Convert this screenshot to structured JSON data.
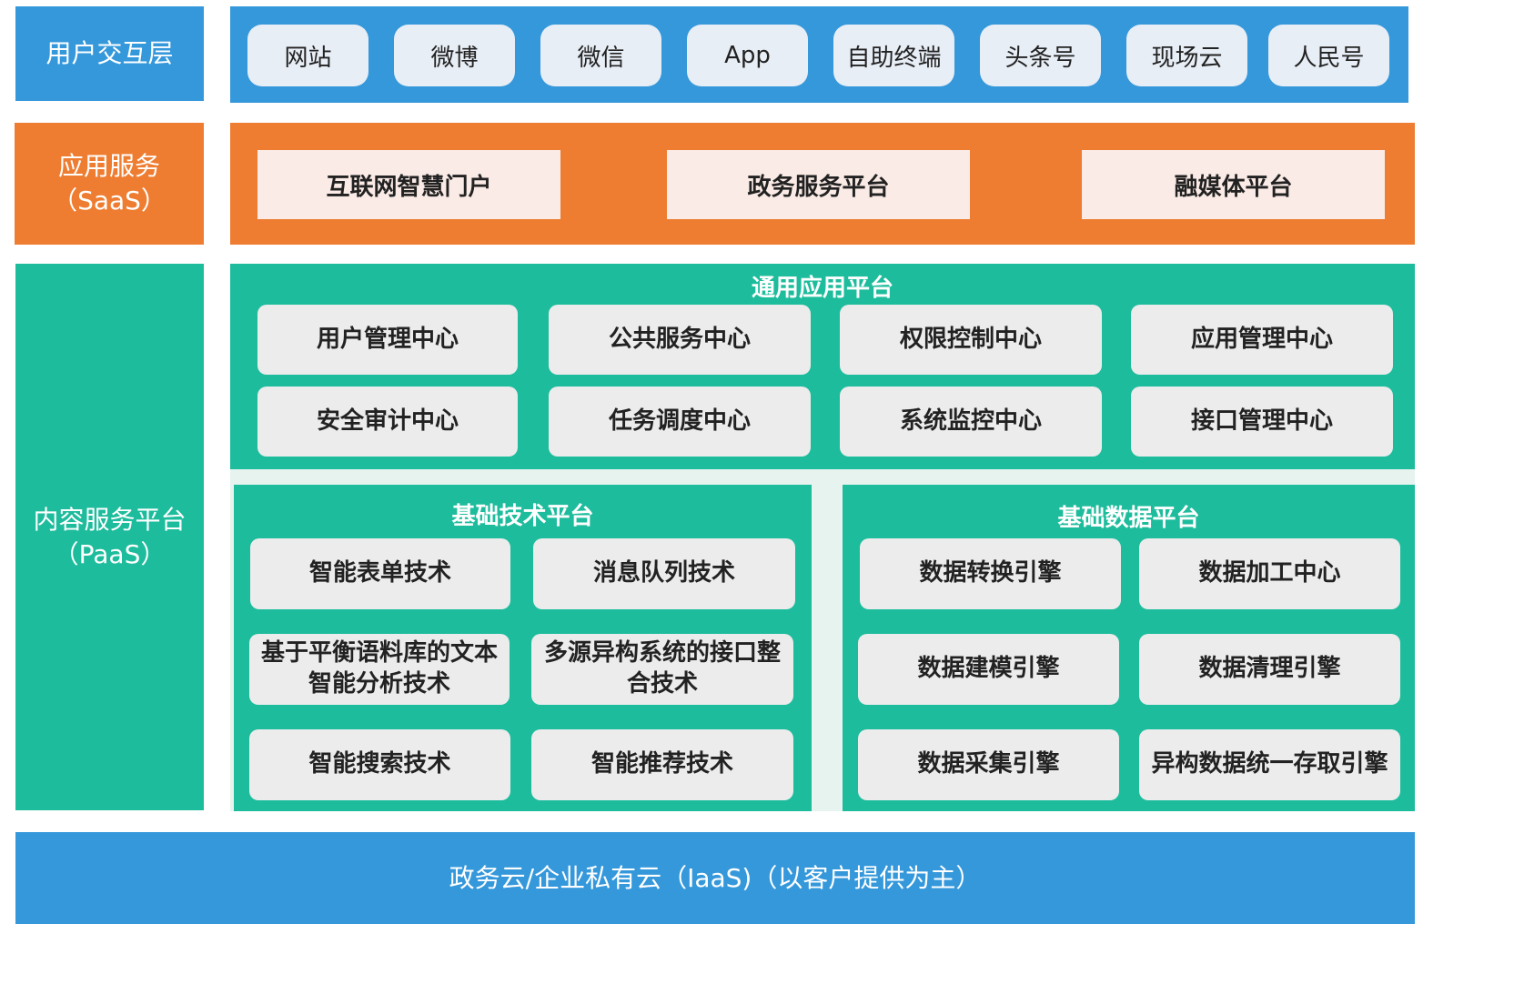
{
  "colors": {
    "blue": "#3598db",
    "orange": "#ee7d31",
    "green": "#1dbc9c"
  },
  "user_layer": {
    "label": "用户交互层",
    "channels": [
      "网站",
      "微博",
      "微信",
      "App",
      "自助终端",
      "头条号",
      "现场云",
      "人民号"
    ]
  },
  "saas_layer": {
    "label": "应用服务\n（SaaS）",
    "platforms": [
      "互联网智慧门户",
      "政务服务平台",
      "融媒体平台"
    ]
  },
  "paas_layer": {
    "label": "内容服务平台\n（PaaS）",
    "general": {
      "title": "通用应用平台",
      "items": [
        "用户管理中心",
        "公共服务中心",
        "权限控制中心",
        "应用管理中心",
        "安全审计中心",
        "任务调度中心",
        "系统监控中心",
        "接口管理中心"
      ]
    },
    "tech": {
      "title": "基础技术平台",
      "items": [
        "智能表单技术",
        "消息队列技术",
        "基于平衡语料库的文本智能分析技术",
        "多源异构系统的接口整合技术",
        "智能搜索技术",
        "智能推荐技术"
      ]
    },
    "data": {
      "title": "基础数据平台",
      "items": [
        "数据转换引擎",
        "数据加工中心",
        "数据建模引擎",
        "数据清理引擎",
        "数据采集引擎",
        "异构数据统一存取引擎"
      ]
    }
  },
  "iaas_layer": {
    "label": "政务云/企业私有云（IaaS)（以客户提供为主）"
  }
}
